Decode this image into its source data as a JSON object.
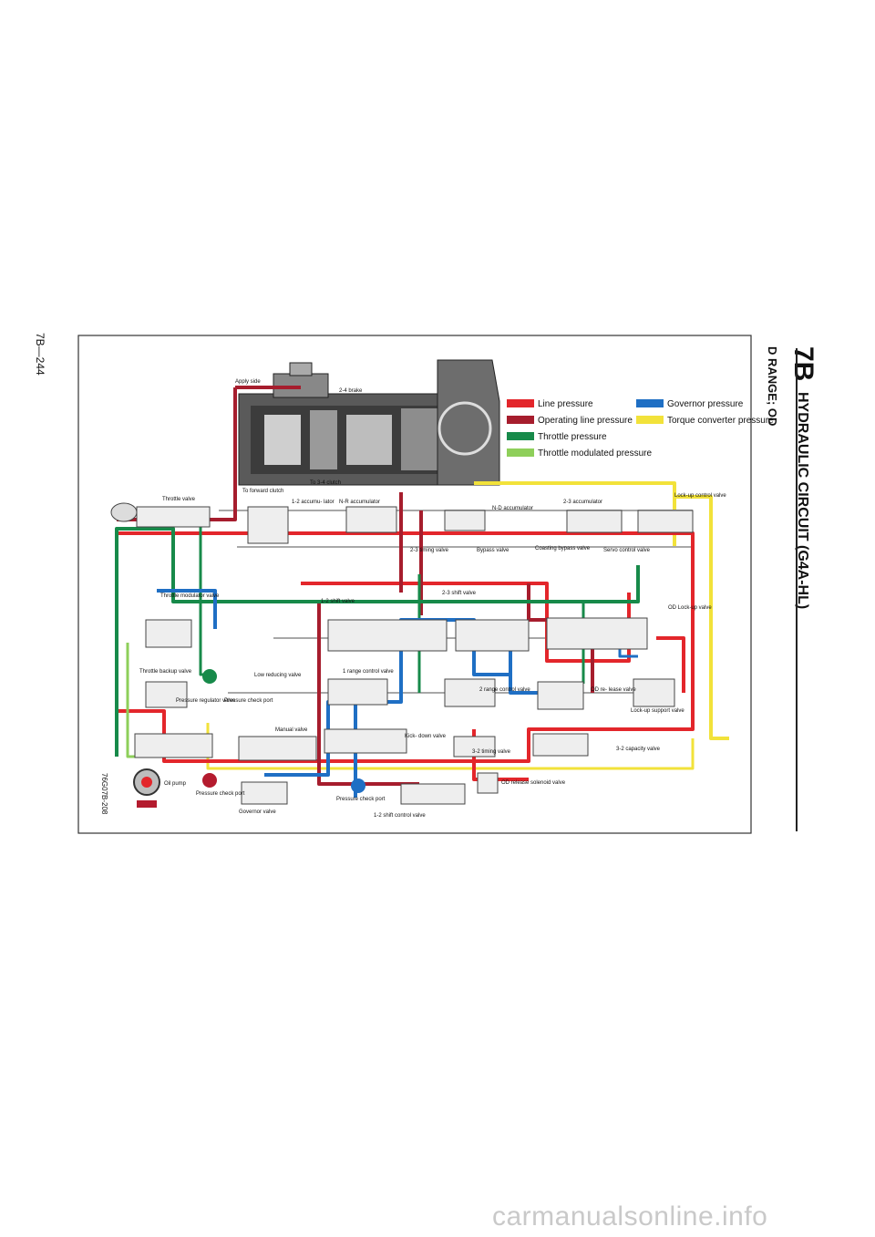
{
  "header": {
    "section": "7B",
    "title": "HYDRAULIC CIRCUIT (G4A-HL)",
    "subtitle": "D RANGE; OD",
    "page_number": "7B—244",
    "figure_code": "76G07B-208"
  },
  "legend": [
    {
      "label": "Line pressure",
      "color": "#e3262b"
    },
    {
      "label": "Operating line pressure",
      "color": "#a61d2d"
    },
    {
      "label": "Throttle pressure",
      "color": "#178a4a"
    },
    {
      "label": "Throttle modulated pressure",
      "color": "#8ecf5a"
    },
    {
      "label": "Governor pressure",
      "color": "#1f6fc4"
    },
    {
      "label": "Torque converter pressure",
      "color": "#f2e23a"
    }
  ],
  "labels": {
    "apply_side": "Apply side",
    "brake_24": "2-4 brake",
    "to_forward_clutch": "To forward clutch",
    "to_34_clutch": "To 3-4 clutch",
    "throttle_valve": "Throttle valve",
    "acc_12": "1-2 accumu- lator",
    "nr_accumulator": "N-R accumulator",
    "nd_accumulator": "N-D accumulator",
    "acc_23": "2-3 accumulator",
    "lockup_control_valve": "Lock-up control valve",
    "timing_23": "2-3 timing valve",
    "bypass_valve": "Bypass valve",
    "coasting_bypass": "Coasting bypass valve",
    "servo_control": "Servo control valve",
    "shift_23": "2-3 shift valve",
    "throttle_modulator": "Throttle modulator valve",
    "shift_12": "1-2 shift valve",
    "od_lockup": "OD Lock-up valve",
    "throttle_backup": "Throttle backup valve",
    "low_reducing": "Low reducing valve",
    "range1_control": "1 range control valve",
    "range2_control": "2 range control valve",
    "od_release": "OD re- lease valve",
    "lockup_support": "Lock-up support valve",
    "pressure_regulator": "Pressure regulator valve",
    "pressure_check_port": "Pressure check port",
    "manual_valve": "Manual valve",
    "kickdown_valve": "Kick- down valve",
    "timing_32": "3-2 timing valve",
    "capacity_32": "3-2 capacity valve",
    "oil_pump": "Oil pump",
    "governor_valve": "Governor valve",
    "od_release_solenoid": "OD release solenoid valve",
    "shift_control_12": "1-2 shift control valve"
  },
  "watermark": "carmanualsonline.info"
}
